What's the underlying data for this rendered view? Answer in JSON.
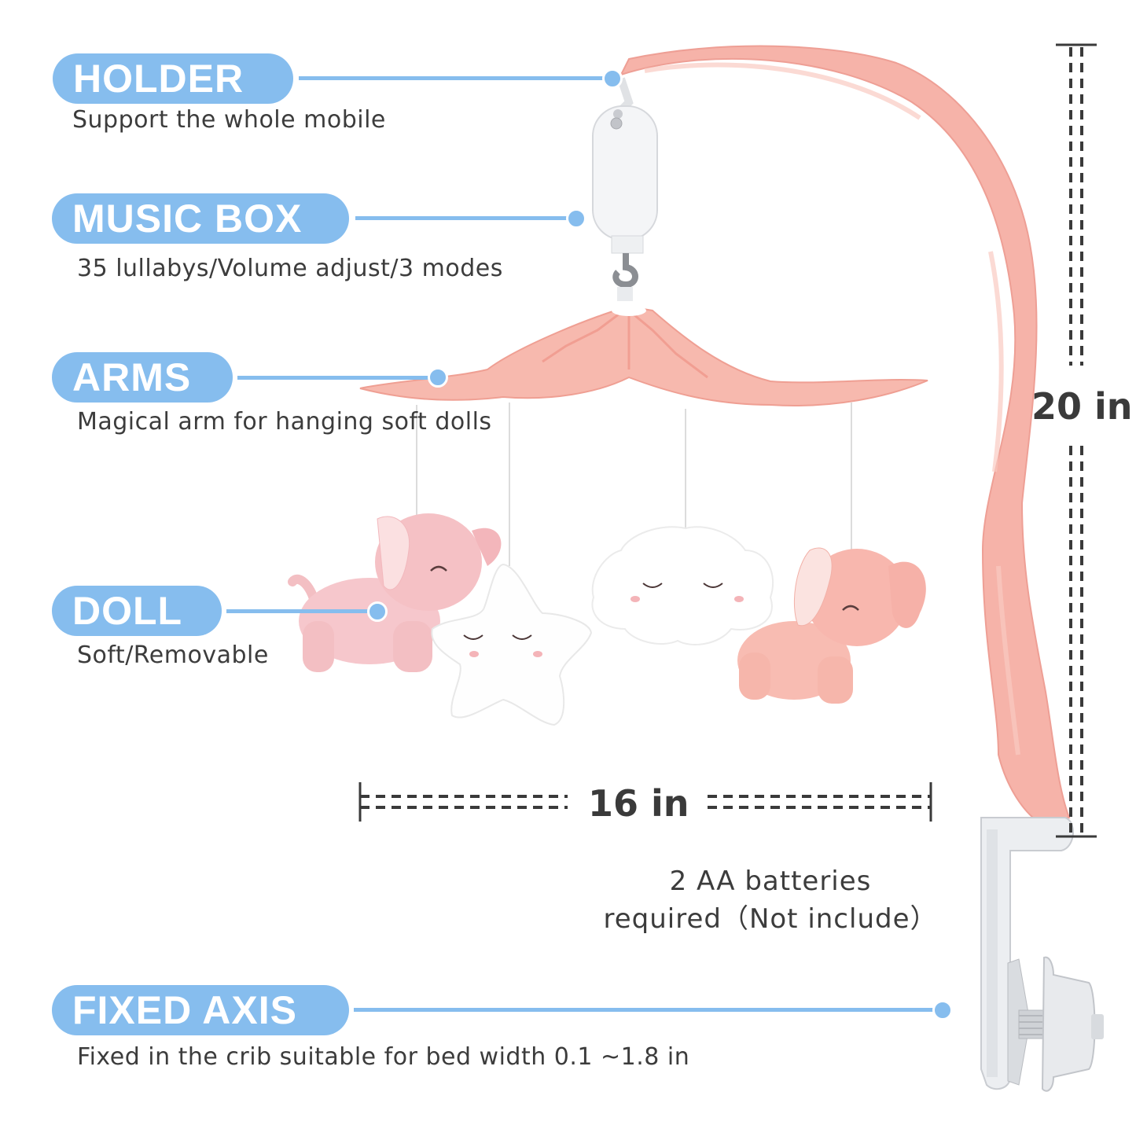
{
  "colors": {
    "accent_blue": "#86bdee",
    "text_gray": "#3c3c3c",
    "pink": "#f5b3a8",
    "dimension_line": "#3a3a3a"
  },
  "callouts": [
    {
      "id": "holder",
      "label": "HOLDER",
      "description": "Support the whole mobile"
    },
    {
      "id": "music_box",
      "label": "MUSIC BOX",
      "description": "35 lullabys/Volume adjust/3 modes"
    },
    {
      "id": "arms",
      "label": "ARMS",
      "description": "Magical arm for hanging soft dolls"
    },
    {
      "id": "doll",
      "label": "DOLL",
      "description": "Soft/Removable"
    },
    {
      "id": "fixed_axis",
      "label": "FIXED AXIS",
      "description": "Fixed in the crib suitable for bed width 0.1 ~1.8 in"
    }
  ],
  "dimensions": {
    "height": "20 in",
    "width": "16 in"
  },
  "battery_note": {
    "line1": "2 AA batteries",
    "line2": "required（Not include）"
  },
  "product_parts": {
    "icons": [
      "music-box-icon",
      "canopy-icon",
      "elephant-plush-icon",
      "star-plush-icon",
      "cloud-plush-icon",
      "arm-icon",
      "clamp-icon"
    ]
  }
}
